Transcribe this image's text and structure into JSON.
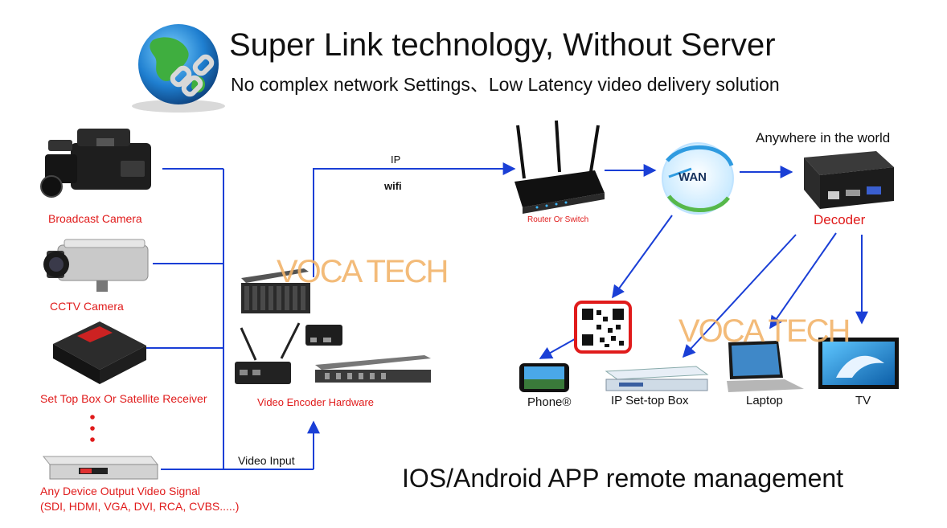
{
  "header": {
    "title": "Super Link technology, Without Server",
    "subtitle": "No complex network Settings、Low Latency video delivery solution"
  },
  "sources": {
    "broadcast_camera": "Broadcast Camera",
    "cctv_camera": "CCTV Camera",
    "set_top_box": "Set Top Box Or Satellite Receiver",
    "any_device": "Any Device Output Video Signal",
    "signal_types": "(SDI, HDMI, VGA, DVI, RCA, CVBS.....)"
  },
  "middle": {
    "video_input": "Video Input",
    "encoder_label": "Video Encoder Hardware",
    "ip_label": "IP",
    "wifi_label": "wifi"
  },
  "network": {
    "router_label": "Router Or Switch",
    "wan_label": "WAN",
    "anywhere_label": "Anywhere in the world",
    "decoder_label": "Decoder"
  },
  "endpoints": {
    "phone": "Phone®",
    "ip_stb": "IP Set-top Box",
    "laptop": "Laptop",
    "tv": "TV"
  },
  "footer": {
    "management": "IOS/Android APP remote management"
  },
  "watermark": {
    "text": "VOCA TECH"
  },
  "colors": {
    "line": "#1a3fd6",
    "label_red": "#e01b1b",
    "watermark": "#f2b46b"
  }
}
